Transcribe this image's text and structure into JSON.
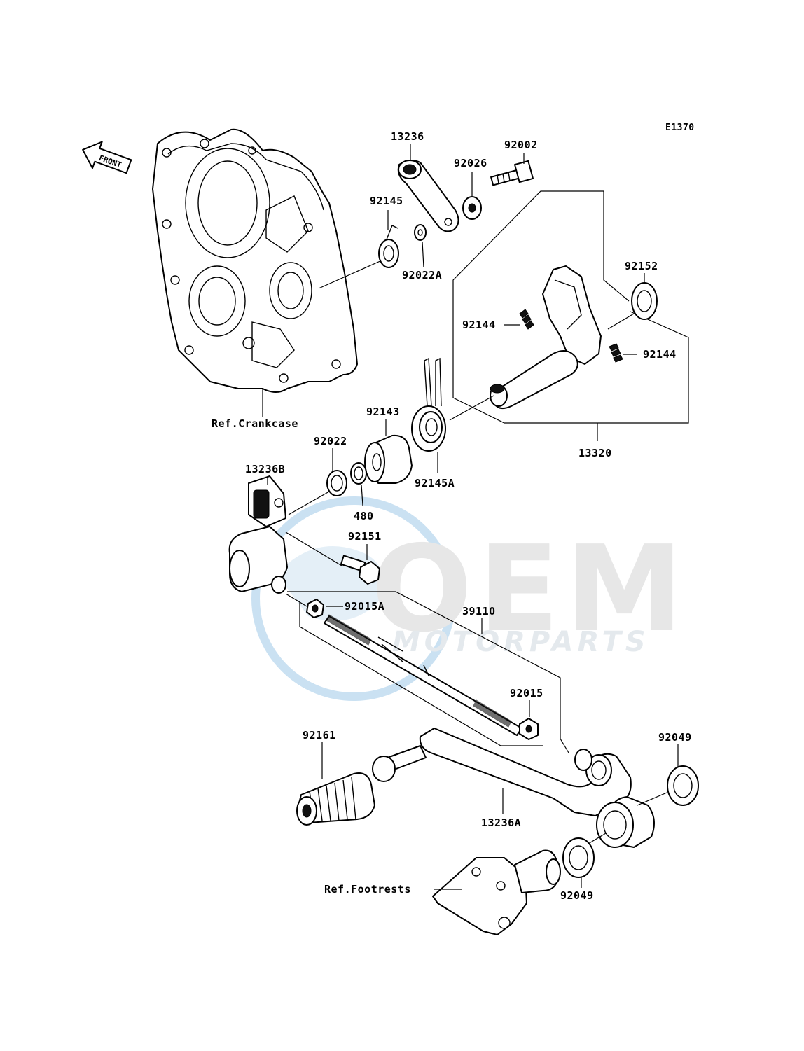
{
  "diagram_code": "E1370",
  "front_badge": "FRONT",
  "watermark": {
    "brand": "OEM",
    "sub": "MOTORPARTS",
    "color": "#9fc9e8"
  },
  "labels": {
    "p13236": "13236",
    "p92002": "92002",
    "p92026": "92026",
    "p92145": "92145",
    "p92022A": "92022A",
    "p92152": "92152",
    "p92144a": "92144",
    "p92144b": "92144",
    "ref_crankcase": "Ref.Crankcase",
    "p92143": "92143",
    "p92022": "92022",
    "p13236B": "13236B",
    "p13320": "13320",
    "p92145A": "92145A",
    "p480": "480",
    "p92151": "92151",
    "p92015A": "92015A",
    "p39110": "39110",
    "p92015": "92015",
    "p92049a": "92049",
    "p92161": "92161",
    "p13236A": "13236A",
    "p92049b": "92049",
    "ref_footrests": "Ref.Footrests"
  }
}
